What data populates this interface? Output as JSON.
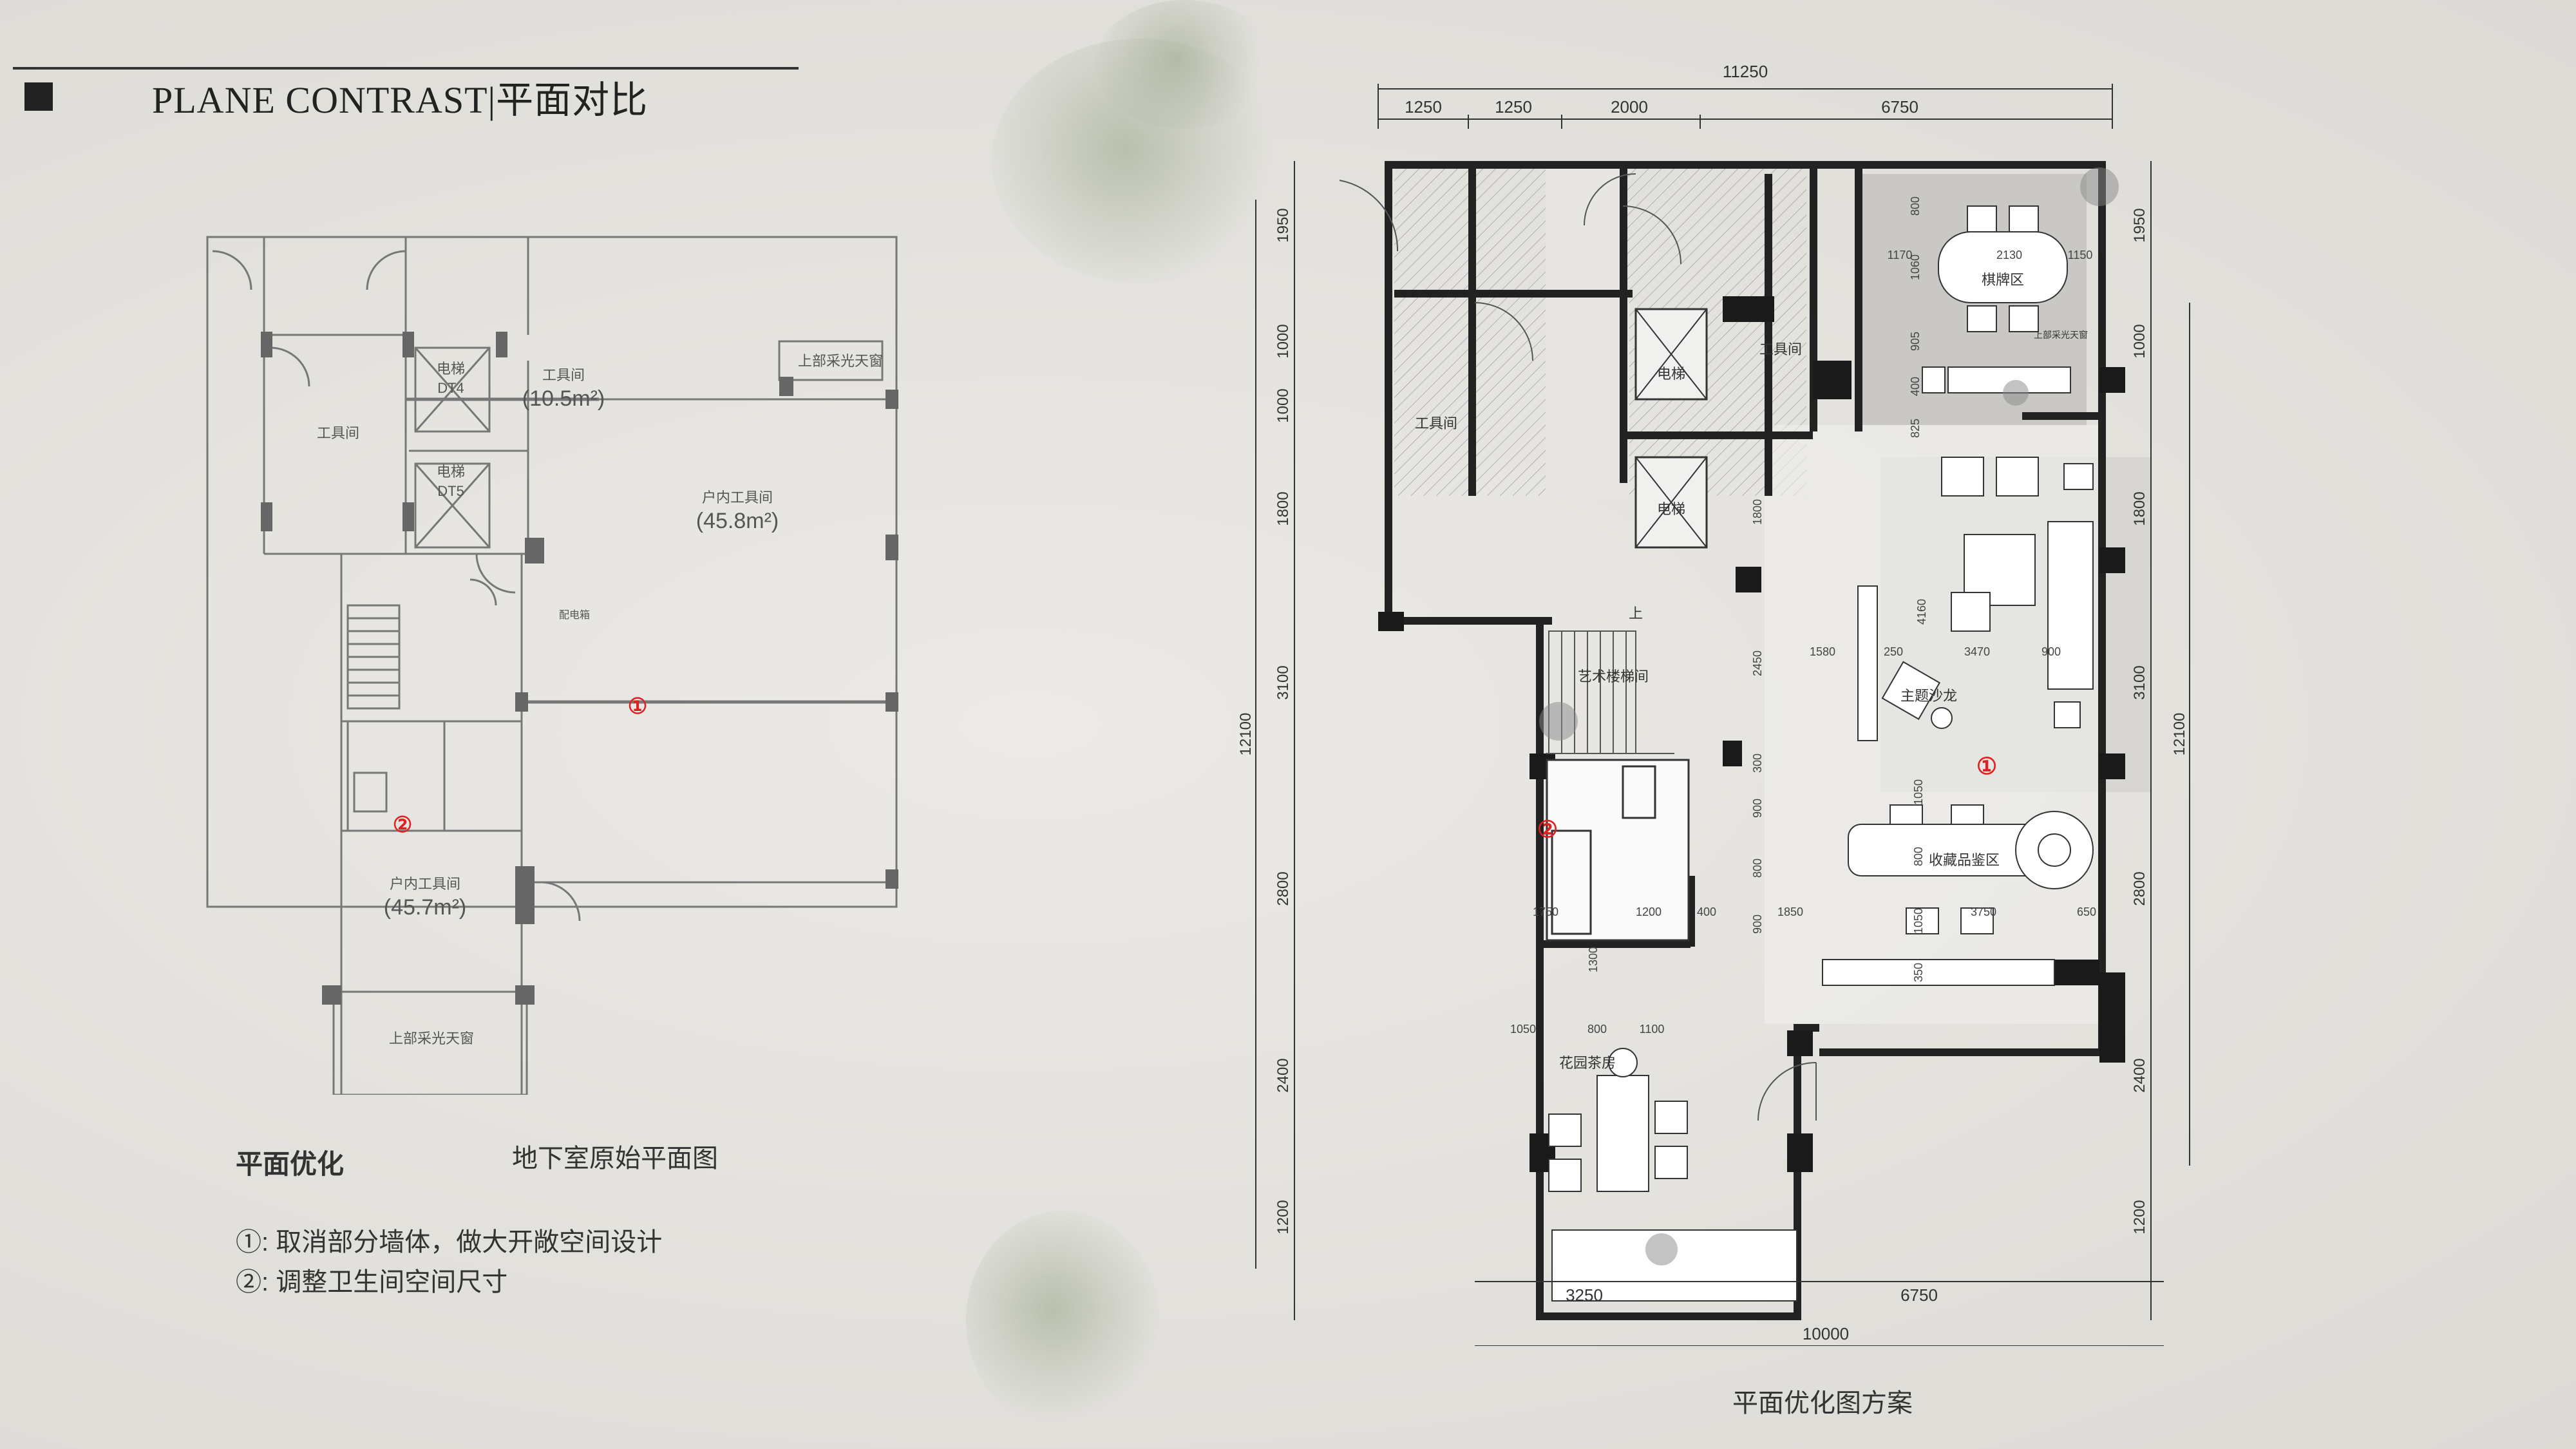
{
  "header": {
    "title": "PLANE CONTRAST|平面对比"
  },
  "left_plan": {
    "caption": "地下室原始平面图",
    "rooms": [
      {
        "label": "工具间"
      },
      {
        "label": "电梯"
      },
      {
        "label": "DT4"
      },
      {
        "label": "工具间"
      },
      {
        "label": "(10.5m²)"
      },
      {
        "label": "上部采光天窗"
      },
      {
        "label": "电梯"
      },
      {
        "label": "DT5"
      },
      {
        "label": "户内工具间"
      },
      {
        "label": "(45.8m²)"
      },
      {
        "label": "配电箱"
      },
      {
        "label": "户内工具间"
      },
      {
        "label": "(45.7m²)"
      },
      {
        "label": "上部采光天窗"
      }
    ],
    "markers": [
      "①",
      "②"
    ]
  },
  "notes": {
    "title": "平面优化",
    "items": [
      "①:  取消部分墙体，做大开敞空间设计",
      "②:  调整卫生间空间尺寸"
    ]
  },
  "right_plan": {
    "caption": "平面优化图方案",
    "top_total": "11250",
    "top_dims": [
      "1250",
      "1250",
      "2000",
      "6750"
    ],
    "bottom_dims": [
      "3250",
      "6750"
    ],
    "bottom_total": "10000",
    "left_dims": [
      "1950",
      "1000",
      "1000",
      "1800",
      "3100",
      "2800",
      "2400",
      "1200"
    ],
    "left_total": "12100",
    "right_dims": [
      "1950",
      "1000",
      "1800",
      "3100",
      "2800",
      "2400",
      "1200"
    ],
    "right_total": "12100",
    "rooms": [
      {
        "label": "工具间"
      },
      {
        "label": "工具间"
      },
      {
        "label": "电梯"
      },
      {
        "label": "电梯"
      },
      {
        "label": "棋牌区"
      },
      {
        "label": "上部采光天窗"
      },
      {
        "label": "主题沙龙"
      },
      {
        "label": "艺术楼梯间"
      },
      {
        "label": "上"
      },
      {
        "label": "收藏品鉴区"
      },
      {
        "label": "花园茶房"
      }
    ],
    "inner_dims": [
      "1170",
      "2130",
      "1150",
      "800",
      "1060",
      "905",
      "400",
      "825",
      "1580",
      "250",
      "3470",
      "900",
      "4160",
      "1800",
      "2450",
      "300",
      "900",
      "800",
      "900",
      "1050",
      "800",
      "1050",
      "350",
      "1750",
      "1200",
      "400",
      "1850",
      "3750",
      "650",
      "1300",
      "1050",
      "800",
      "1100"
    ],
    "markers": [
      "①",
      "②"
    ]
  }
}
